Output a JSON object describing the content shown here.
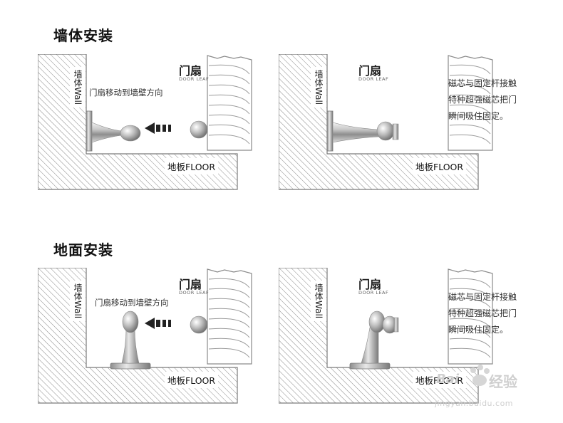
{
  "sections": [
    {
      "title": "墙体安装"
    },
    {
      "title": "地面安装"
    }
  ],
  "labels": {
    "wall": "墙体Wall",
    "floor": "地板FLOOR",
    "door_cn": "门扇",
    "door_en": "DOOR LEAF",
    "move_caption": "门扇移动到墙壁方向",
    "desc_lines": [
      "磁芯与固定杆接触",
      "特种超强磁芯把门",
      "瞬间吸住固定。"
    ]
  },
  "watermark": {
    "brand": "Bai",
    "jingyan": "经验",
    "url": "jingyan.baidu.com"
  },
  "colors": {
    "hatch": "#8a8a8a",
    "outline": "#7a7a7a",
    "metal": "#b9b9b9"
  }
}
